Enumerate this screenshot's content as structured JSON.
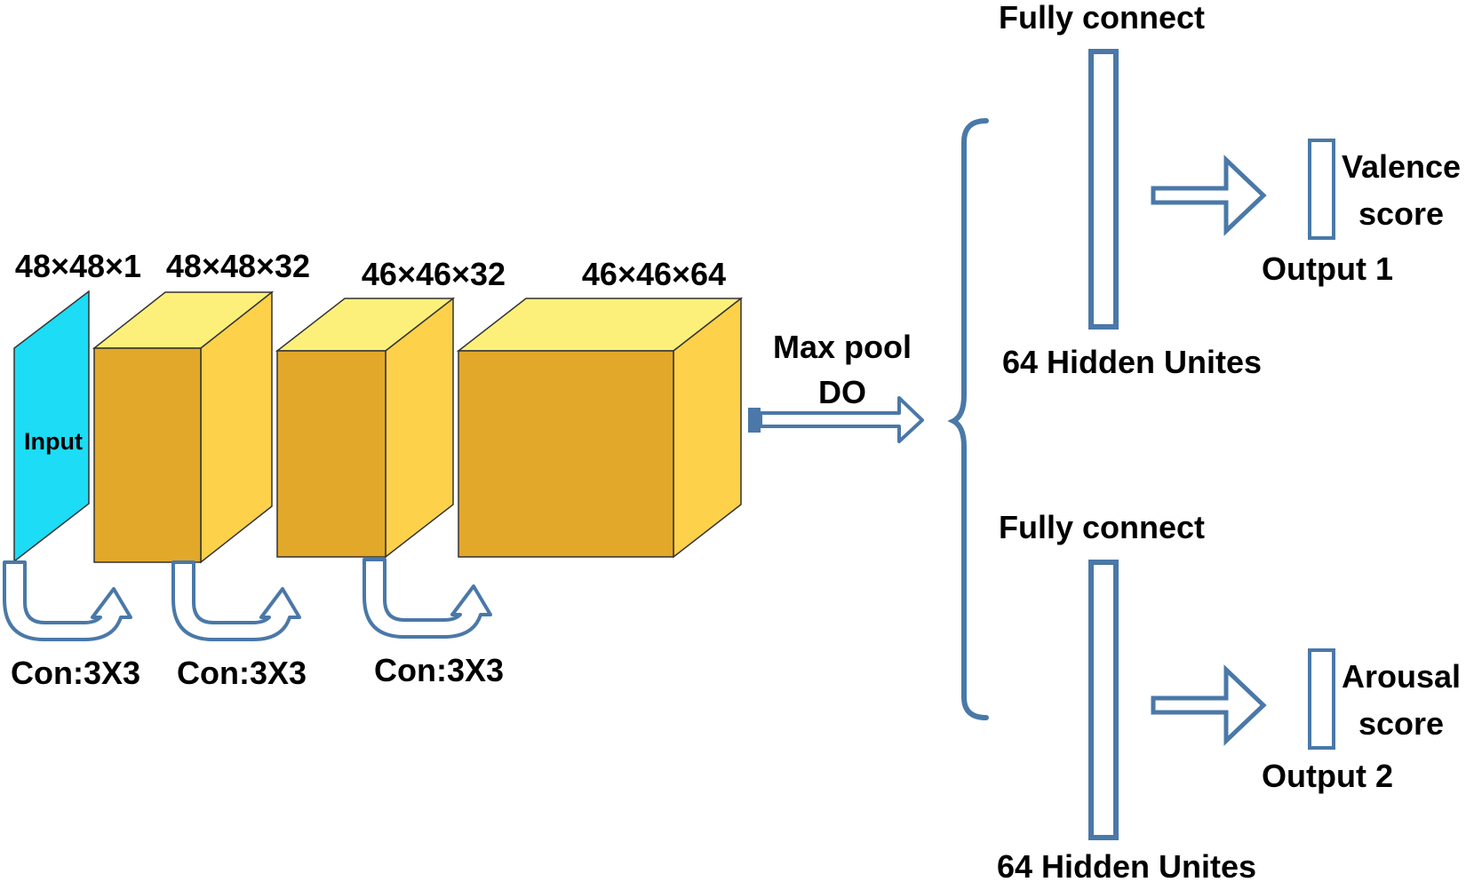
{
  "colors": {
    "arrow_stroke": "#4a78a8",
    "input_face": "#1ddcf5",
    "cube_front": "#e2a82a",
    "cube_side": "#fdd14a",
    "cube_top": "#fdf07a",
    "edge": "#333333",
    "text": "#000000"
  },
  "layers": [
    {
      "size_label": "48×48×1",
      "inner_label": "Input"
    },
    {
      "size_label": "48×48×32"
    },
    {
      "size_label": "46×46×32"
    },
    {
      "size_label": "46×46×64"
    }
  ],
  "convolutions": [
    {
      "label": "Con:3X3"
    },
    {
      "label": "Con:3X3"
    },
    {
      "label": "Con:3X3"
    }
  ],
  "pool": {
    "line1": "Max pool",
    "line2": "DO"
  },
  "branches": [
    {
      "title": "Fully connect",
      "hidden": "64 Hidden Unites",
      "score_line1": "Valence",
      "score_line2": "score",
      "output": "Output 1"
    },
    {
      "title": "Fully connect",
      "hidden": "64 Hidden Unites",
      "score_line1": "Arousal",
      "score_line2": "score",
      "output": "Output 2"
    }
  ]
}
